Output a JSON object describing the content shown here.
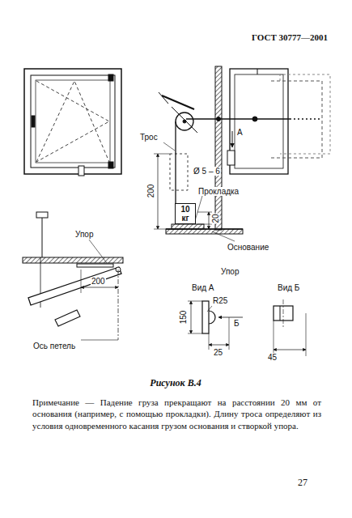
{
  "diagram": {
    "caption": "Рисунок В.4",
    "nodes": [
      {
        "text": [
          "10 кг"
        ]
      }
    ],
    "labels": [
      "ГОСТ 30777—2001",
      "Трос",
      "А",
      "Ø 5 – 6",
      "200",
      "20",
      "Прокладка",
      "Основание",
      "Упор",
      "200",
      "Ось петель",
      "Упор",
      "Вид А",
      "Вид Б",
      "R25",
      "Б",
      "150",
      "25",
      "45",
      "Примечание — Падение груза прекращают на расстоянии 20 мм от основания (например, с помощью прокладки). Длину троса определяют из условия одновременного касания грузом основания и створкой упора.",
      "27"
    ]
  }
}
